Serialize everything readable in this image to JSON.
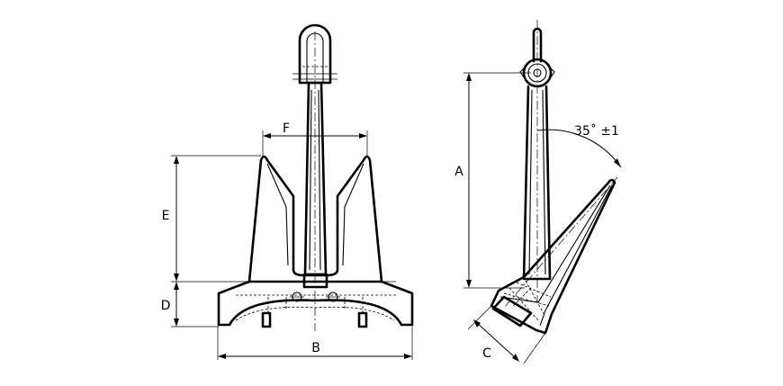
{
  "labels": {
    "A": "A",
    "B": "B",
    "C": "C",
    "D": "D",
    "E": "E",
    "F": "F",
    "angle": "35˚ ±1"
  }
}
